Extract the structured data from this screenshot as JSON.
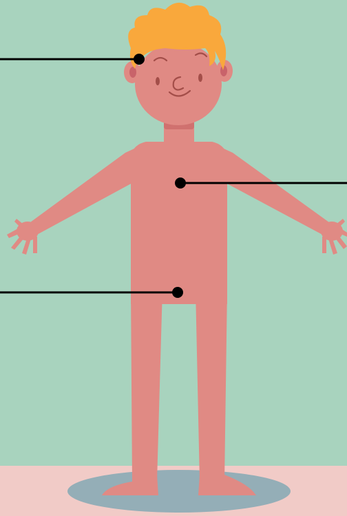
{
  "colors": {
    "wall": "#A8D3BE",
    "floor": "#F1CBC7",
    "shadow": "#94AEB7",
    "skin": "#E08A84",
    "skin_shade": "#D0716F",
    "hair": "#F9A83C",
    "face_line": "#A34E49",
    "ear_inner": "#C9636A",
    "marker": "#000000"
  },
  "markers": [
    {
      "part": "head"
    },
    {
      "part": "chest"
    },
    {
      "part": "groin"
    }
  ]
}
